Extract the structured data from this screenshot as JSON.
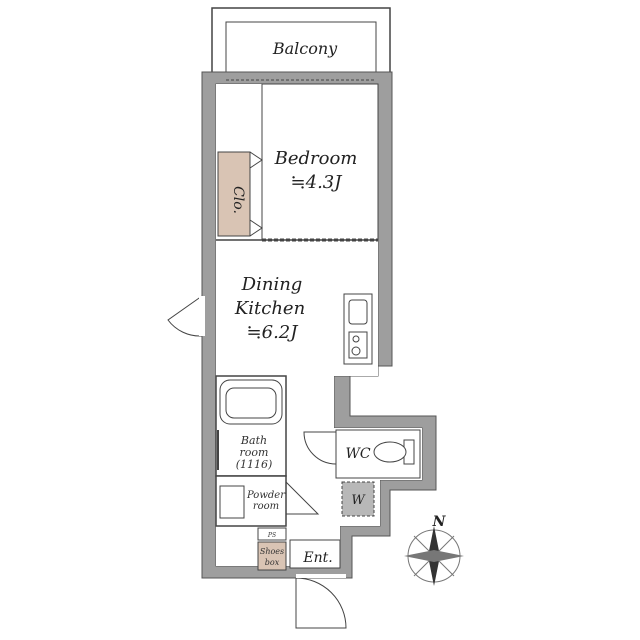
{
  "rooms": {
    "balcony": "Balcony",
    "bedroom": "Bedroom",
    "bedroom_size": "≒4.3J",
    "closet": "Clo.",
    "dining_line1": "Dining",
    "dining_line2": "Kitchen",
    "dining_size": "≒6.2J",
    "bath_line1": "Bath",
    "bath_line2": "room",
    "bath_size": "(1116)",
    "wc": "WC",
    "washer": "W",
    "powder_line1": "Powder",
    "powder_line2": "room",
    "ps": "PS",
    "shoes_line1": "Shoes",
    "shoes_line2": "box",
    "entrance": "Ent."
  },
  "compass": {
    "north": "N"
  },
  "colors": {
    "wall": "#9e9e9e",
    "closet": "#d9c4b4",
    "shoes": "#d9c4b4",
    "washer": "#b8b8b8"
  }
}
